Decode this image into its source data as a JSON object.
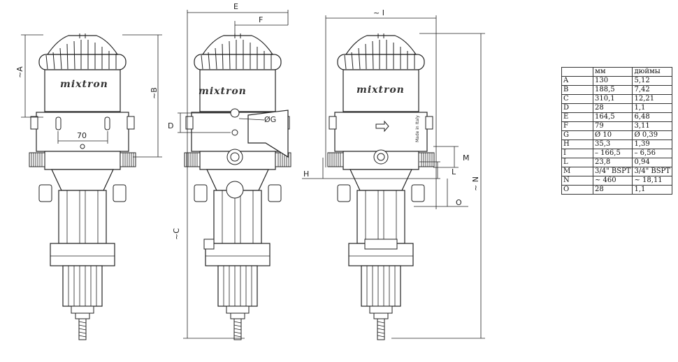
{
  "brand": "mixtron",
  "made_in": "Made in Italy",
  "dimension_labels": {
    "A": "~A",
    "B": "~B",
    "C": "~C",
    "D": "D",
    "E": "E",
    "F": "F",
    "G": "ØG",
    "H": "H",
    "I": "~ I",
    "L": "L",
    "M": "M",
    "N": "~ N",
    "O": "O",
    "d70": "70"
  },
  "table": {
    "headers": [
      "",
      "мм",
      "дюймы"
    ],
    "rows": [
      [
        "A",
        "130",
        "5,12"
      ],
      [
        "B",
        "188,5",
        "7,42"
      ],
      [
        "C",
        "310,1",
        "12,21"
      ],
      [
        "D",
        "28",
        "1,1"
      ],
      [
        "E",
        "164,5",
        "6,48"
      ],
      [
        "F",
        "79",
        "3,11"
      ],
      [
        "G",
        "Ø 10",
        "Ø 0,39"
      ],
      [
        "H",
        "35,3",
        "1,39"
      ],
      [
        "I",
        "– 166,5",
        "– 6,56"
      ],
      [
        "L",
        "23,8",
        "0,94"
      ],
      [
        "M",
        "3/4\" BSPT",
        "3/4\" BSPT"
      ],
      [
        "N",
        "~ 460",
        "~ 18,11"
      ],
      [
        "O",
        "28",
        "1,1"
      ]
    ]
  }
}
